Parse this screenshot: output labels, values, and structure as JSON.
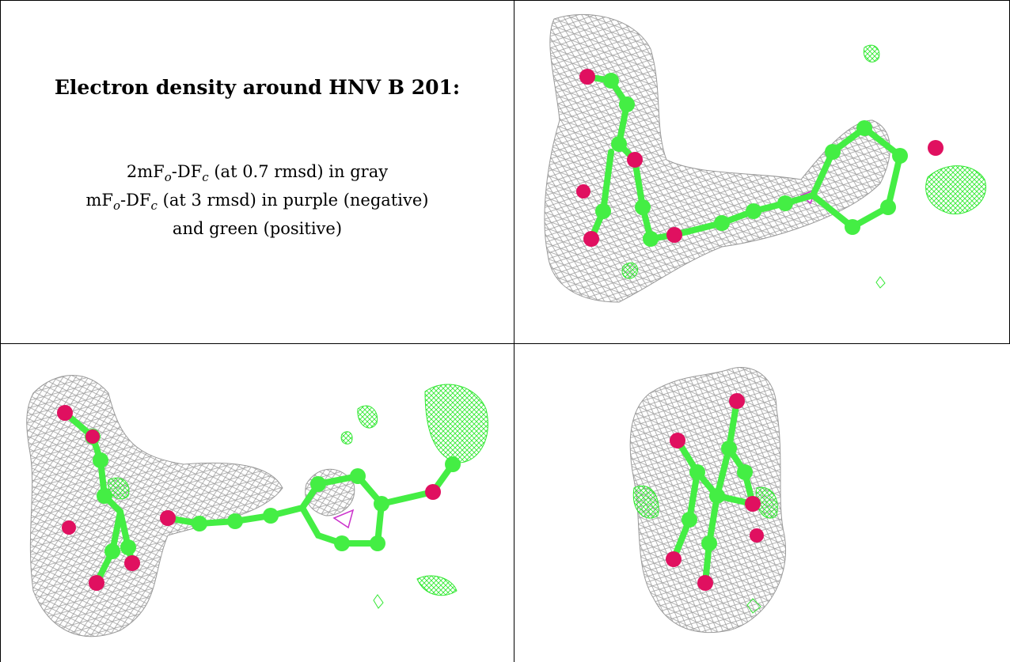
{
  "caption": {
    "title": "Electron density around HNV B 201:",
    "line1_prefix": "2mF",
    "line1_sub_o": "o",
    "line1_mid": "-DF",
    "line1_sub_c": "c",
    "line1_suffix": " (at 0.7 rmsd) in gray",
    "line2_prefix": "mF",
    "line2_sub_o": "o",
    "line2_mid": "-DF",
    "line2_sub_c": "c",
    "line2_suffix": " (at 3 rmsd) in purple (negative)",
    "line3": "and green (positive)"
  },
  "colors": {
    "mesh_gray": "#9a9a9a",
    "density_green": "#33e833",
    "density_purple": "#cc33cc",
    "atom_carbon": "#44ee44",
    "atom_oxygen": "#e01060"
  },
  "views": [
    {
      "name": "view-top-right"
    },
    {
      "name": "view-bottom-left"
    },
    {
      "name": "view-bottom-right"
    }
  ]
}
